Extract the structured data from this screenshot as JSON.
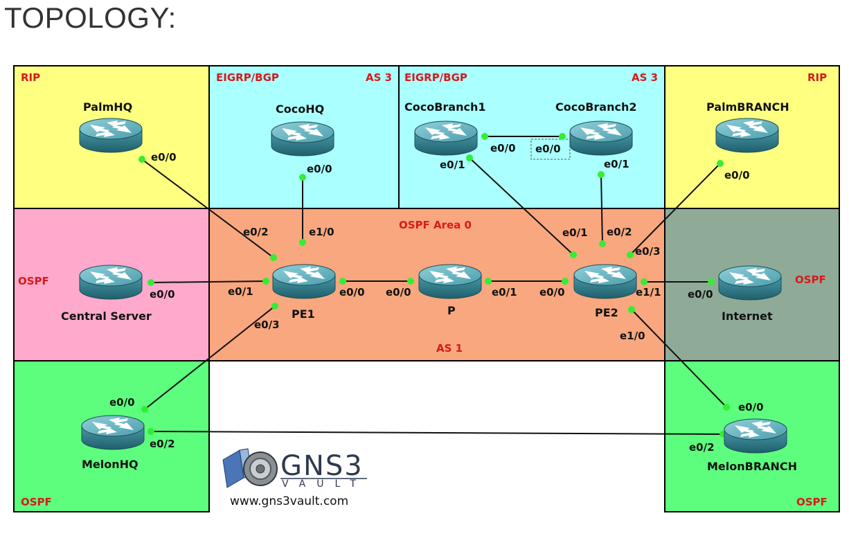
{
  "heading": "TOPOLOGY:",
  "zones": [
    {
      "id": "rip-left",
      "label": "RIP",
      "color": "#ffff80"
    },
    {
      "id": "eigrp-coco-hq",
      "label": "EIGRP/BGP",
      "as_label": "AS 3",
      "color": "#aaffff"
    },
    {
      "id": "eigrp-coco-branch",
      "label": "EIGRP/BGP",
      "as_label": "AS 3",
      "color": "#aaffff"
    },
    {
      "id": "rip-right",
      "label": "RIP",
      "color": "#ffff80"
    },
    {
      "id": "ospf-left",
      "label": "OSPF",
      "color": "#ffaacc"
    },
    {
      "id": "ospf-core",
      "label": "OSPF Area 0",
      "as_label": "AS 1",
      "color": "#f8a77f"
    },
    {
      "id": "ospf-internet",
      "label": "OSPF",
      "color": "#8fab98"
    },
    {
      "id": "ospf-melon-hq",
      "label": "OSPF",
      "color": "#5dfe7e"
    },
    {
      "id": "ospf-melon-branch",
      "label": "OSPF",
      "color": "#5dfe7e"
    }
  ],
  "routers": {
    "palmhq": "PalmHQ",
    "cocohq": "CocoHQ",
    "cocobranch1": "CocoBranch1",
    "cocobranch2": "CocoBranch2",
    "palmbranch": "PalmBRANCH",
    "central": "Central Server",
    "pe1": "PE1",
    "p": "P",
    "pe2": "PE2",
    "internet": "Internet",
    "melonhq": "MelonHQ",
    "melonbranch": "MelonBRANCH"
  },
  "interfaces": {
    "palmhq_e00": "e0/0",
    "cocohq_e00": "e0/0",
    "cb1_e00": "e0/0",
    "cb2_e00": "e0/0",
    "cb1_e01": "e0/1",
    "cb2_e01": "e0/1",
    "palmbranch_e00": "e0/0",
    "pe1_e02": "e0/2",
    "pe1_e10": "e1/0",
    "pe1_e01": "e0/1",
    "pe1_e00": "e0/0",
    "pe1_e03": "e0/3",
    "central_e00": "e0/0",
    "p_e00": "e0/0",
    "p_e01": "e0/1",
    "pe2_e01": "e0/1",
    "pe2_e02": "e0/2",
    "pe2_e03": "e0/3",
    "pe2_e00": "e0/0",
    "pe2_e11": "e1/1",
    "pe2_e10": "e1/0",
    "internet_e00": "e0/0",
    "melonhq_e00": "e0/0",
    "melonhq_e02": "e0/2",
    "melonbranch_e00": "e0/0",
    "melonbranch_e02": "e0/2"
  },
  "logo": {
    "name": "GNS3",
    "tagline": "VAULT",
    "url": "www.gns3vault.com"
  },
  "colors": {
    "label_red": "#d71a1a",
    "link_dot": "#33ee33",
    "router_body": "#3f8f9e"
  }
}
